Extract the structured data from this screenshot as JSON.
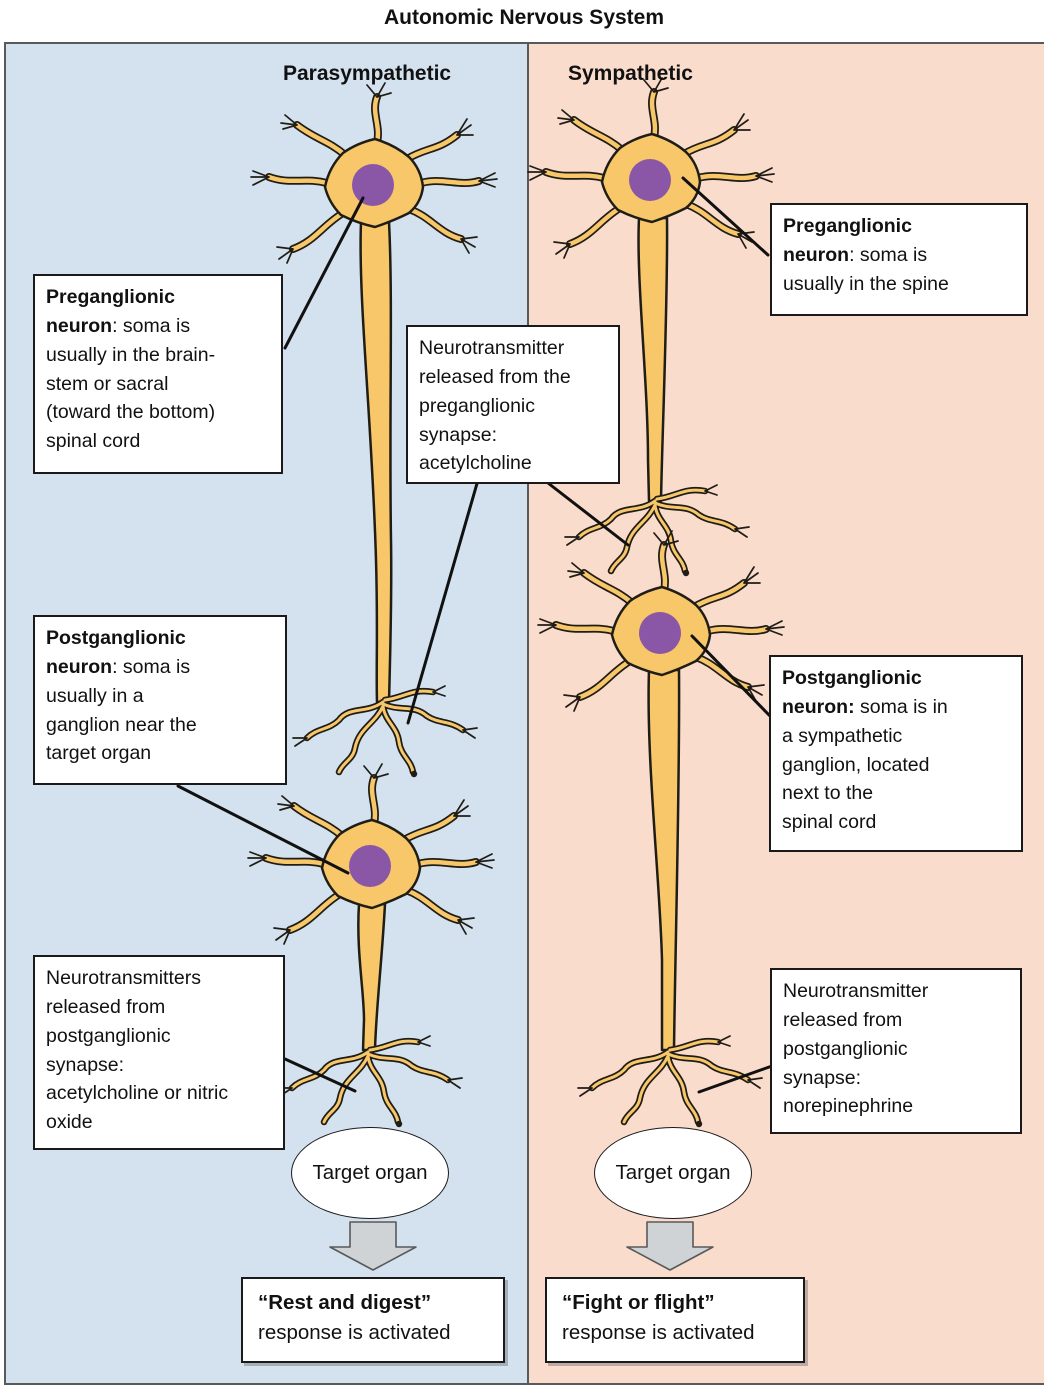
{
  "title": "Autonomic Nervous System",
  "panels": {
    "left": {
      "label": "Parasympathetic"
    },
    "right": {
      "label": "Sympathetic"
    }
  },
  "callouts": {
    "para_pre": {
      "lead": "Preganglionic\nneuron",
      "rest": ": soma is\nusually in the brain-\nstem or sacral\n(toward the bottom)\nspinal cord"
    },
    "pre_synapse": {
      "text": "Neurotransmitter\nreleased from the\npreganglionic\nsynapse:\nacetylcholine"
    },
    "symp_pre": {
      "lead": "Preganglionic\nneuron",
      "rest": ": soma is\nusually in the spine"
    },
    "para_post": {
      "lead": "Postganglionic\nneuron",
      "rest": ": soma is\nusually in a\nganglion near the\ntarget organ"
    },
    "symp_post": {
      "lead": "Postganglionic\nneuron:",
      "rest": " soma is in\na sympathetic\nganglion, located\nnext to the\nspinal cord"
    },
    "para_post_synapse": {
      "text": "Neurotransmitters\nreleased from\npostganglionic\nsynapse:\nacetylcholine or nitric\noxide"
    },
    "symp_post_synapse": {
      "text": "Neurotransmitter\nreleased from\npostganglionic\nsynapse:\nnorepinephrine"
    }
  },
  "targets": {
    "left": "Target organ",
    "right": "Target organ"
  },
  "responses": {
    "left": {
      "lead": "“Rest and digest”",
      "rest": "\nresponse is activated"
    },
    "right": {
      "lead": "“Fight or flight”",
      "rest": "\nresponse is activated"
    }
  },
  "palette": {
    "panel_left_bg": "#d3e2ee",
    "panel_right_bg": "#fadccd",
    "neuron_fill": "#f7c76a",
    "neuron_outline": "#201d16",
    "nucleus_fill": "#8a57a6",
    "arrow_fill": "#d0d3d5",
    "frame_border": "#58595b"
  }
}
